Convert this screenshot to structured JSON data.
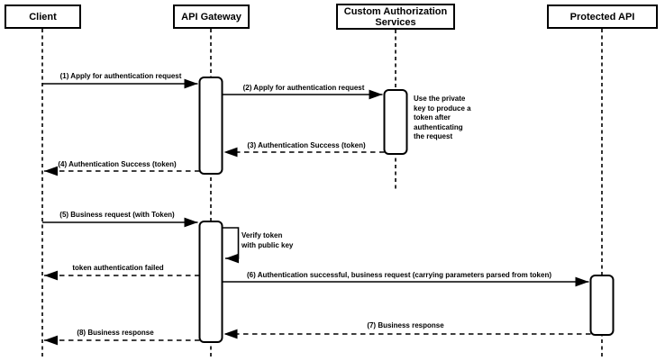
{
  "diagram_type": "sequence-diagram",
  "colors": {
    "background": "#ffffff",
    "stroke": "#000000",
    "text": "#000000"
  },
  "actors": [
    {
      "name": "Client"
    },
    {
      "name": "API Gateway"
    },
    {
      "name": "Custom Authorization Services"
    },
    {
      "name": "Protected API"
    }
  ],
  "messages": [
    {
      "label": "(1) Apply for authentication request",
      "from": "Client",
      "to": "API Gateway",
      "line": "solid"
    },
    {
      "label": "(2) Apply for authentication request",
      "from": "API Gateway",
      "to": "Custom Authorization Services",
      "line": "solid"
    },
    {
      "label": "(3) Authentication Success (token)",
      "from": "Custom Authorization Services",
      "to": "API Gateway",
      "line": "dashed"
    },
    {
      "label": "(4) Authentication Success (token)",
      "from": "API Gateway",
      "to": "Client",
      "line": "dashed"
    },
    {
      "label": "(5) Business request (with Token)",
      "from": "Client",
      "to": "API Gateway",
      "line": "solid"
    },
    {
      "label_l1": "Verify token",
      "label_l2": "with public key",
      "from": "API Gateway",
      "to": "API Gateway",
      "line": "self"
    },
    {
      "label": "token authentication failed",
      "from": "API Gateway",
      "to": "Client",
      "line": "dashed"
    },
    {
      "label": "(6) Authentication successful, business request (carrying parameters parsed from token)",
      "from": "API Gateway",
      "to": "Protected API",
      "line": "solid"
    },
    {
      "label": "(7) Business response",
      "from": "Protected API",
      "to": "API Gateway",
      "line": "dashed"
    },
    {
      "label": "(8) Business response",
      "from": "API Gateway",
      "to": "Client",
      "line": "dashed"
    }
  ],
  "note": {
    "lines": [
      "Use the private",
      "key to produce a",
      "token after",
      "authenticating",
      "the request"
    ],
    "attached_to": "Custom Authorization Services"
  }
}
